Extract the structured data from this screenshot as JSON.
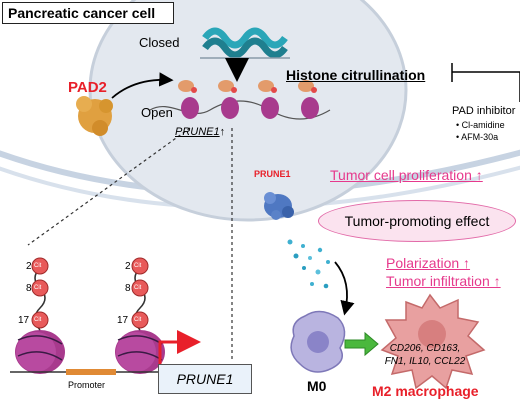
{
  "title": "Pancreatic cancer cell",
  "nucleus": {
    "closed_label": "Closed",
    "open_label": "Open",
    "gene_label": "PRUNE1",
    "gene_arrow": "↑"
  },
  "enzyme": {
    "label": "PAD2",
    "color": "#e8202a"
  },
  "histone_citrullination": "Histone citrullination",
  "inhibitor": {
    "title": "PAD inhibitor",
    "items": [
      "• Cl-amidine",
      "• AFM-30a"
    ]
  },
  "secreted_protein": "PRUNE1",
  "effects": {
    "proliferation": "Tumor cell proliferation ↑",
    "tumor_promoting": "Tumor-promoting effect",
    "polarization": "Polarization ↑",
    "infiltration": "Tumor infiltration ↑"
  },
  "detail": {
    "sites": [
      "2",
      "8",
      "17"
    ],
    "cit_label": "Cit",
    "promoter_label": "Promoter",
    "gene_box_label": "PRUNE1"
  },
  "macrophages": {
    "m0_label": "M0",
    "m2_label": "M2 macrophage",
    "m2_markers": [
      "CD206, CD163,",
      "FN1, IL10, CCL22"
    ]
  },
  "colors": {
    "nucleus_fill": "#e3e8ef",
    "membrane": "#c7d3e2",
    "nucleosome": "#a83a8d",
    "cit": "#e85a5a",
    "effect_pink": "#e6398c",
    "m2": "#e8a0a0",
    "m0": "#b9b4e0",
    "transition_arrow": "#4ab83d"
  }
}
